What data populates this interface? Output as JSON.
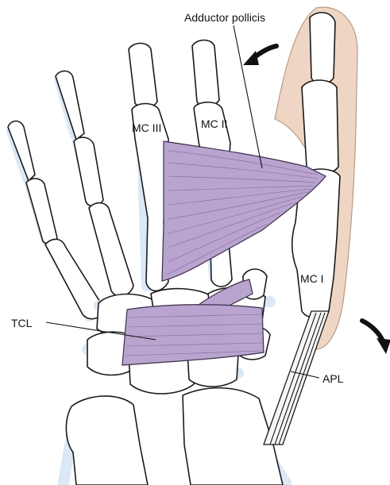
{
  "labels": {
    "adductor_pollicis": "Adductor pollicis",
    "mc3": "MC III",
    "mc2": "MC II",
    "mc1": "MC I",
    "tcl": "TCL",
    "apl": "APL"
  },
  "colors": {
    "muscle": "#b9a3cf",
    "muscle_fiber": "#6d5488",
    "skin": "#efd6c4",
    "bone_halo": "#cfe0f3",
    "outline": "#1a1a1a"
  }
}
